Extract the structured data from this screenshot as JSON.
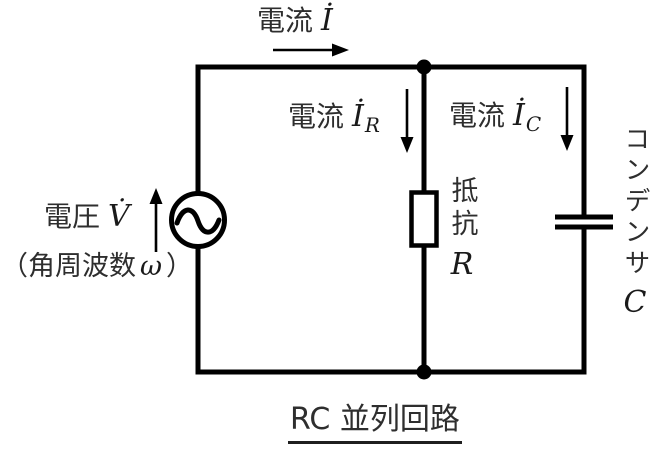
{
  "title": "RC 並列回路",
  "colors": {
    "line": "#000000",
    "text": "#2e2e2e",
    "math": "#1a1a1a",
    "background": "#ffffff"
  },
  "labels": {
    "current_total": {
      "kanji": "電流",
      "symbol": "İ"
    },
    "current_resistor": {
      "kanji": "電流",
      "symbol": "İ",
      "subscript": "R"
    },
    "current_capacitor": {
      "kanji": "電流",
      "symbol": "İ",
      "subscript": "C"
    },
    "voltage": {
      "kanji": "電圧",
      "symbol": "V̇"
    },
    "angular_frequency": {
      "prefix": "（角周波数",
      "symbol": "ω",
      "suffix": "）"
    },
    "resistor": {
      "kanji": "抵抗",
      "symbol": "R"
    },
    "capacitor": {
      "kanji": "コンデンサ",
      "symbol": "C"
    }
  }
}
